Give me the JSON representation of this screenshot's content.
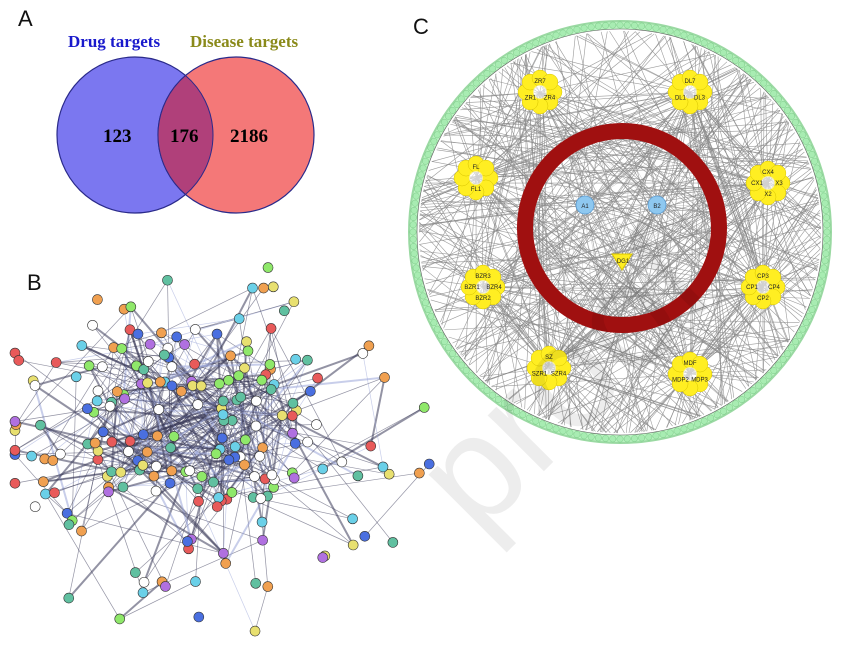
{
  "panels": {
    "a": "A",
    "b": "B",
    "c": "C"
  },
  "venn": {
    "left_title": "Drug targets",
    "right_title": "Disease targets",
    "left_only": "123",
    "overlap": "176",
    "right_only": "2186",
    "colors": {
      "left_fill": "#7b77f0",
      "right_fill": "#f47878",
      "overlap_fill": "#b0407a",
      "left_title": "#1a1acc",
      "right_title": "#8a8a1a"
    }
  },
  "network_c": {
    "center_nodes": [
      "A1",
      "B2",
      "DG1"
    ],
    "clusters": [
      {
        "labels": [
          "ZR7",
          "ZR4",
          "ZR1"
        ]
      },
      {
        "labels": [
          "DL7",
          "DL3",
          "DL1"
        ]
      },
      {
        "labels": [
          "FL",
          "FL1"
        ]
      },
      {
        "labels": [
          "CX4",
          "X3",
          "X2",
          "CX1"
        ]
      },
      {
        "labels": [
          "BZR3",
          "BZR4",
          "BZR2",
          "BZR1"
        ]
      },
      {
        "labels": [
          "CP3",
          "CP4",
          "CP2",
          "CP1"
        ]
      },
      {
        "labels": [
          "SZ",
          "SZR4",
          "SZR1"
        ]
      },
      {
        "labels": [
          "MDF",
          "MDP3",
          "MDP2"
        ]
      }
    ],
    "colors": {
      "outer_ring": "#b9f2c0",
      "inner_ring": "#a01010",
      "cluster": "#ffee22",
      "center": "#8ec8f0",
      "edges": "#8a8a8a"
    }
  },
  "network_b": {
    "node_colors": [
      "#8fe86a",
      "#6ad0e8",
      "#4a6fe0",
      "#e85a5a",
      "#f0a050",
      "#b070e0",
      "#e8e070",
      "#60c0a0",
      "#ffffff"
    ],
    "edge_color": "#3a3a5a"
  },
  "watermark": "proof"
}
